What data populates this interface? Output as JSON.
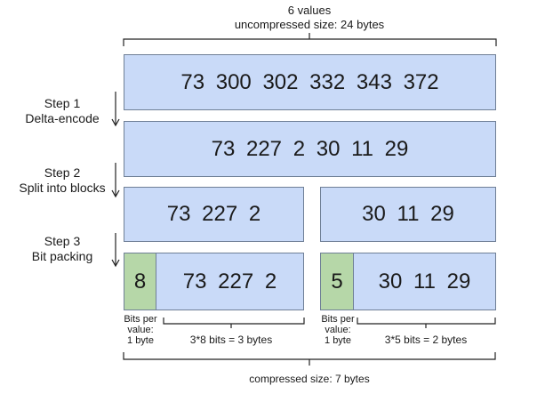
{
  "top_label": {
    "count": "6 values",
    "size": "uncompressed size: 24 bytes"
  },
  "rows": {
    "original": "73  300  302  332  343  372",
    "delta": "73  227  2  30  11  29",
    "block1": "73  227  2",
    "block2": "30  11  29",
    "packed1_header": "8",
    "packed1_values": "73  227  2",
    "packed2_header": "5",
    "packed2_values": "30  11  29"
  },
  "steps": [
    {
      "title": "Step 1",
      "desc": "Delta-encode"
    },
    {
      "title": "Step 2",
      "desc": "Split into blocks"
    },
    {
      "title": "Step 3",
      "desc": "Bit packing"
    }
  ],
  "bits_note": {
    "line1": "Bits per",
    "line2": "value:",
    "line3": "1 byte"
  },
  "block1_size": "3*8 bits = 3 bytes",
  "block2_size": "3*5 bits = 2 bytes",
  "compressed_label": "compressed size: 7 bytes",
  "colors": {
    "value_fill": "#c9daf8",
    "header_fill": "#b6d7a8",
    "border": "#6f7f96"
  }
}
